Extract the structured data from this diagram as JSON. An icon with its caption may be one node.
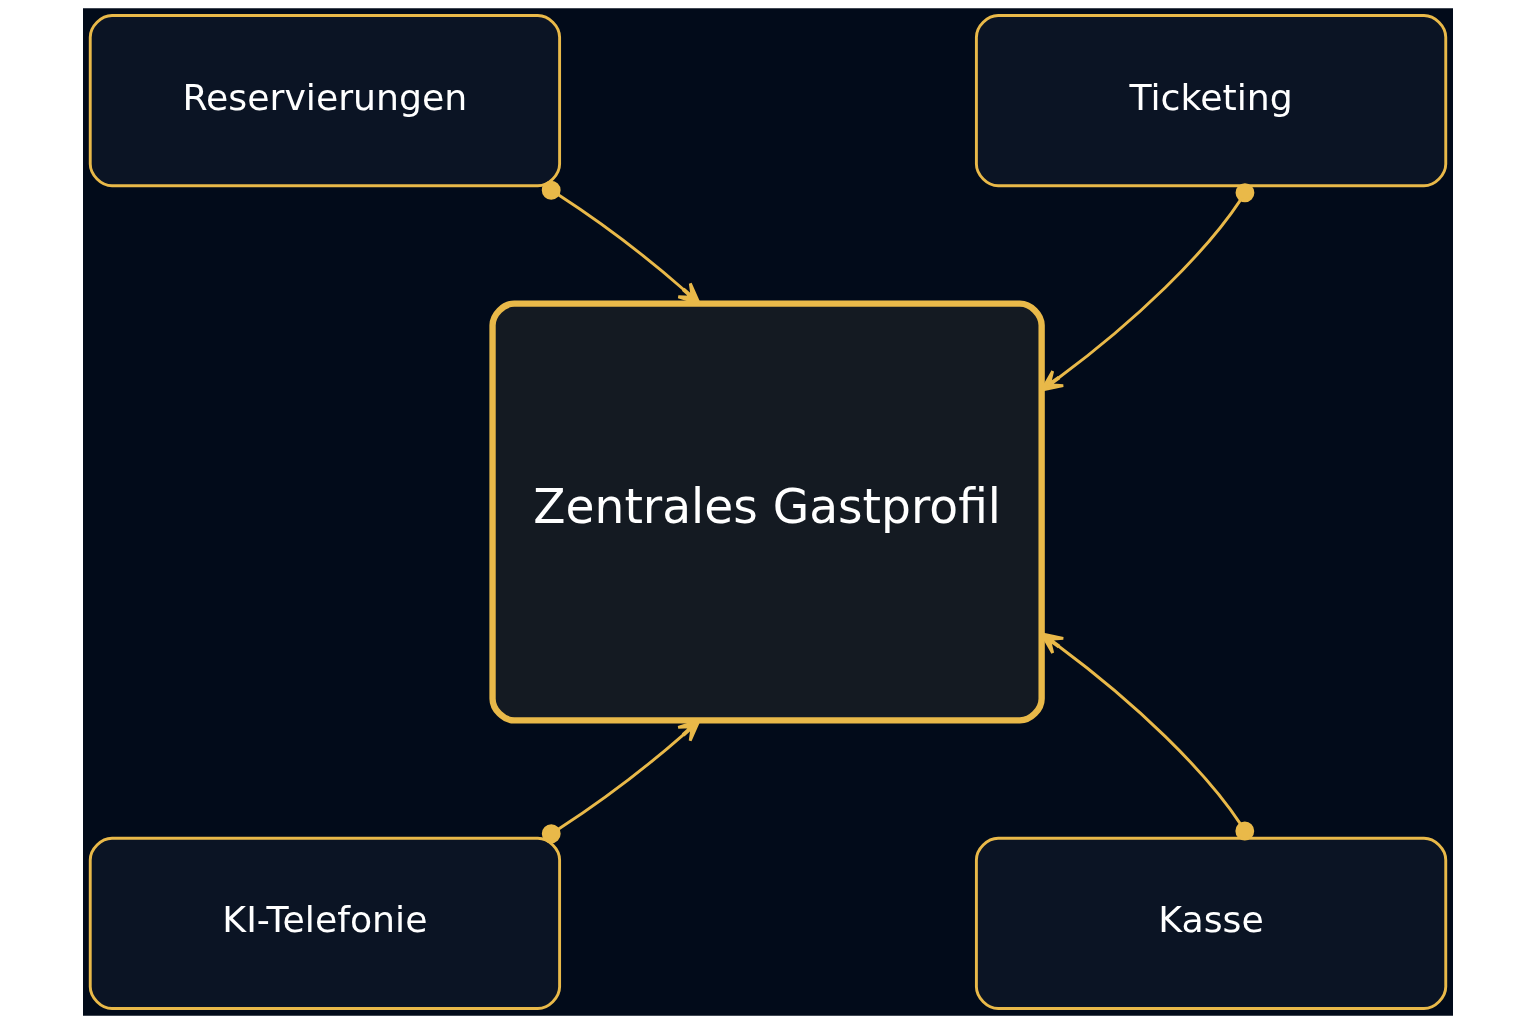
{
  "diagram": {
    "nodes": [
      {
        "text": [
          "Reservierungen"
        ]
      },
      {
        "text": [
          "Ticketing"
        ]
      },
      {
        "text": [
          "Zentrales Gastprofil"
        ]
      },
      {
        "text": [
          "KI-Telefonie"
        ]
      },
      {
        "text": [
          "Kasse"
        ]
      }
    ],
    "edges": [
      {
        "from": 0,
        "to": 2,
        "arrow": "to"
      },
      {
        "from": 1,
        "to": 2,
        "arrow": "to"
      },
      {
        "from": 3,
        "to": 2,
        "arrow": "to"
      },
      {
        "from": 4,
        "to": 2,
        "arrow": "to"
      }
    ]
  }
}
